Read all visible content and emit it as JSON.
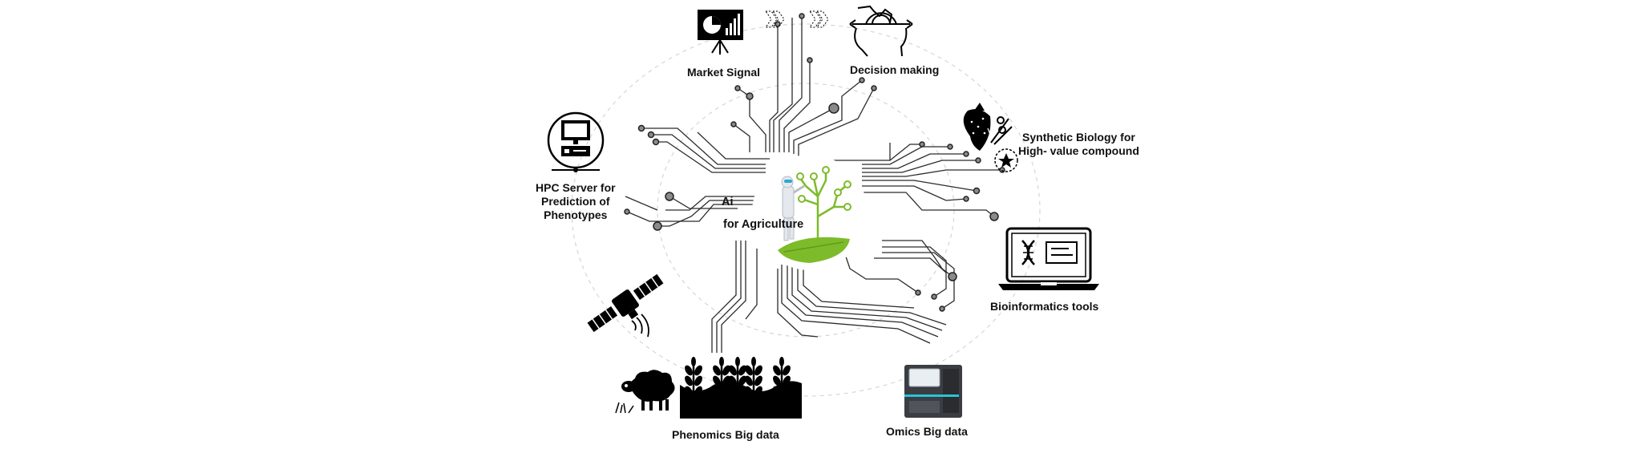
{
  "center": {
    "title_line1": "Ai",
    "title_line2": "for Agriculture"
  },
  "nodes": {
    "market_signal": "Market Signal",
    "decision_making": "Decision  making",
    "synthetic_biology": [
      "Synthetic Biology for",
      "High- value compound"
    ],
    "hpc_server": [
      "HPC Server for",
      "Prediction of",
      "Phenotypes"
    ],
    "bioinformatics": "Bioinformatics tools",
    "phenomics": "Phenomics Big data",
    "omics": "Omics Big data"
  },
  "icons": [
    "presentation-board-icon",
    "arrow-chevrons-icon",
    "head-gear-icon",
    "strawberry-dna-icon",
    "monitor-server-icon",
    "laptop-dna-icon",
    "satellite-icon",
    "sheep-icon",
    "wheat-field-icon",
    "sequencer-machine-icon",
    "robot-tree-leaf-icon"
  ],
  "colors": {
    "line": "#333333",
    "accent_green": "#7dbb2a",
    "dashed_ring": "#cccccc"
  }
}
